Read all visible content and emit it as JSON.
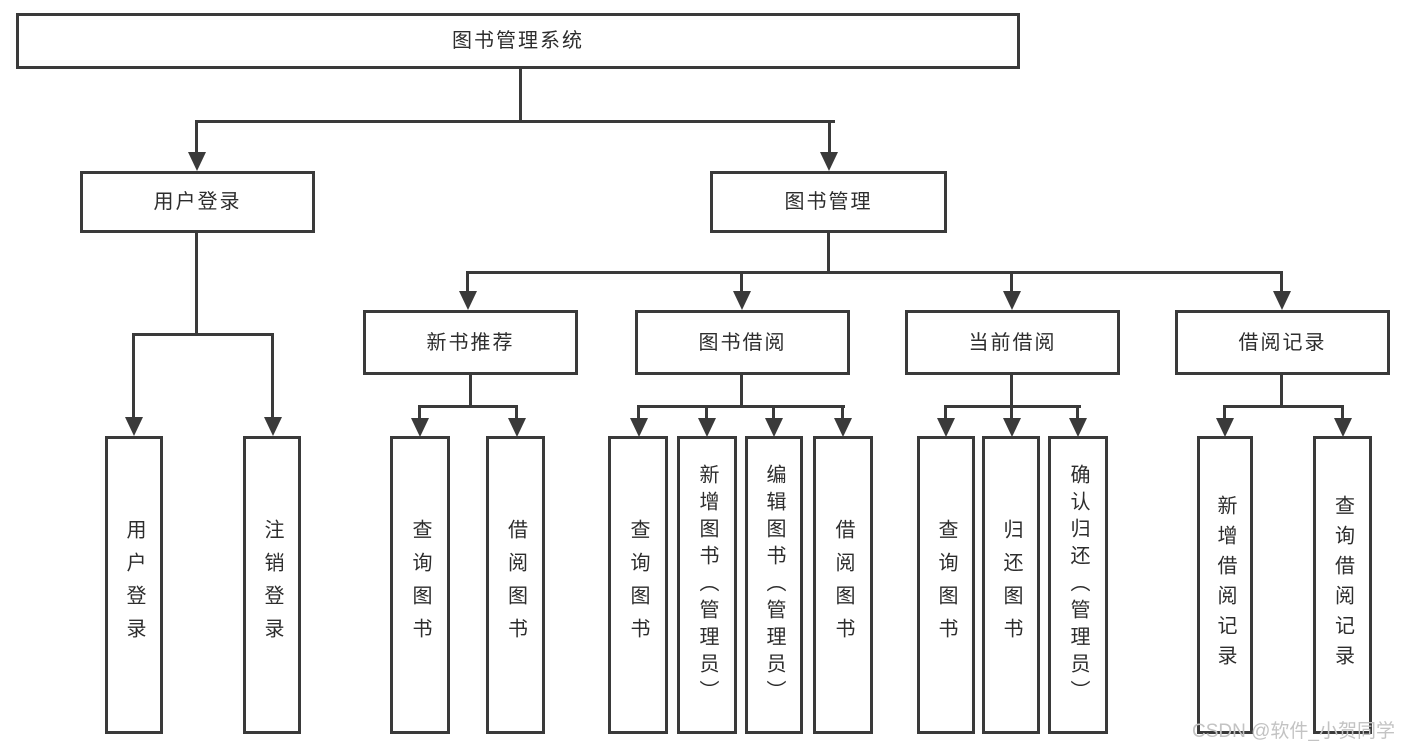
{
  "diagram": {
    "title_node": {
      "label": "图书管理系统"
    },
    "level2": [
      {
        "label": "用户登录"
      },
      {
        "label": "图书管理"
      }
    ],
    "level3": [
      {
        "label": "新书推荐"
      },
      {
        "label": "图书借阅"
      },
      {
        "label": "当前借阅"
      },
      {
        "label": "借阅记录"
      }
    ],
    "leaves": [
      {
        "label": "用户登录",
        "parent": "用户登录"
      },
      {
        "label": "注销登录",
        "parent": "用户登录"
      },
      {
        "label": "查询图书",
        "parent": "新书推荐"
      },
      {
        "label": "借阅图书",
        "parent": "新书推荐"
      },
      {
        "label": "查询图书",
        "parent": "图书借阅"
      },
      {
        "label": "新增图书（管理员）",
        "parent": "图书借阅"
      },
      {
        "label": "编辑图书（管理员）",
        "parent": "图书借阅"
      },
      {
        "label": "借阅图书",
        "parent": "图书借阅"
      },
      {
        "label": "查询图书",
        "parent": "当前借阅"
      },
      {
        "label": "归还图书",
        "parent": "当前借阅"
      },
      {
        "label": "确认归还（管理员）",
        "parent": "当前借阅"
      },
      {
        "label": "新增借阅记录",
        "parent": "借阅记录"
      },
      {
        "label": "查询借阅记录",
        "parent": "借阅记录"
      }
    ]
  },
  "watermark": {
    "text": "CSDN @软件_小贺同学"
  },
  "colors": {
    "line": "#3a3a3a",
    "text": "#2d2d2d",
    "watermark": "#c3c3c3",
    "background": "#ffffff"
  }
}
